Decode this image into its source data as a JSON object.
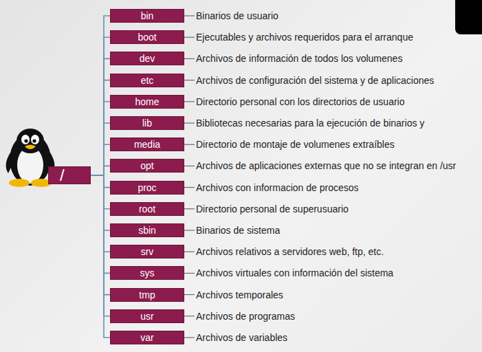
{
  "diagram": {
    "nodes": [
      {
        "text": [
          "/"
        ]
      },
      {
        "text": [
          "bin"
        ]
      },
      {
        "text": [
          "boot"
        ]
      },
      {
        "text": [
          "dev"
        ]
      },
      {
        "text": [
          "etc"
        ]
      },
      {
        "text": [
          "home"
        ]
      },
      {
        "text": [
          "lib"
        ]
      },
      {
        "text": [
          "media"
        ]
      },
      {
        "text": [
          "opt"
        ]
      },
      {
        "text": [
          "proc"
        ]
      },
      {
        "text": [
          "root"
        ]
      },
      {
        "text": [
          "sbin"
        ]
      },
      {
        "text": [
          "srv"
        ]
      },
      {
        "text": [
          "sys"
        ]
      },
      {
        "text": [
          "tmp"
        ]
      },
      {
        "text": [
          "usr"
        ]
      },
      {
        "text": [
          "var"
        ]
      }
    ],
    "edges": [
      {
        "from": 0,
        "to": 1,
        "arrow": "none"
      },
      {
        "from": 0,
        "to": 2,
        "arrow": "none"
      },
      {
        "from": 0,
        "to": 3,
        "arrow": "none"
      },
      {
        "from": 0,
        "to": 4,
        "arrow": "none"
      },
      {
        "from": 0,
        "to": 5,
        "arrow": "none"
      },
      {
        "from": 0,
        "to": 6,
        "arrow": "none"
      },
      {
        "from": 0,
        "to": 7,
        "arrow": "none"
      },
      {
        "from": 0,
        "to": 8,
        "arrow": "none"
      },
      {
        "from": 0,
        "to": 9,
        "arrow": "none"
      },
      {
        "from": 0,
        "to": 10,
        "arrow": "none"
      },
      {
        "from": 0,
        "to": 11,
        "arrow": "none"
      },
      {
        "from": 0,
        "to": 12,
        "arrow": "none"
      },
      {
        "from": 0,
        "to": 13,
        "arrow": "none"
      },
      {
        "from": 0,
        "to": 14,
        "arrow": "none"
      },
      {
        "from": 0,
        "to": 15,
        "arrow": "none"
      },
      {
        "from": 0,
        "to": 16,
        "arrow": "none"
      }
    ],
    "labels": [
      "Binarios de usuario",
      "Ejecutables y archivos requeridos para el arranque",
      "Archivos de información de todos los volumenes",
      "Archivos de configuración del sistema y de aplicaciones",
      "Directorio personal con los directorios de usuario",
      "Bibliotecas necesarias para la ejecución de binarios y",
      "Directorio de montaje de volumenes extraíbles",
      "Archivos de aplicaciones externas que no se integran en /usr",
      "Archivos con informacion de procesos",
      "Directorio personal de superusuario",
      "Binarios de sistema",
      "Archivos relativos a servidores web, ftp, etc.",
      "Archivos virtuales con información del sistema",
      "Archivos temporales",
      "Archivos de programas",
      "Archivos de variables"
    ]
  }
}
